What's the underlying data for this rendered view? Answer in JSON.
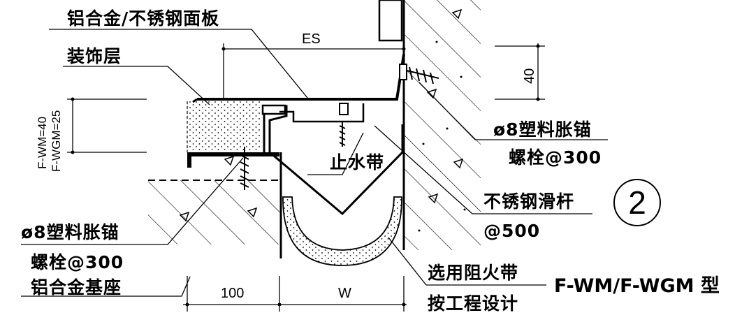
{
  "labels": {
    "panel": "铝合金/不锈钢面板",
    "finish_layer": "装饰层",
    "anchor_bolt_right_1": "ø8塑料胀锚",
    "anchor_bolt_right_2": "螺栓@300",
    "waterstop": "止水带",
    "slide_rod_1": "不锈钢滑杆",
    "slide_rod_2": "@500",
    "anchor_bolt_left_1": "ø8塑料胀锚",
    "anchor_bolt_left_2": "螺栓@300",
    "base": "铝合金基座",
    "firestop_1": "选用阻火带",
    "firestop_2": "按工程设计"
  },
  "dimensions": {
    "es": "ES",
    "height_40": "40",
    "base_width": "100",
    "gap_width": "W",
    "f_wm": "F-WM=40",
    "f_wgm": "F-WGM=25"
  },
  "detail_number": "2",
  "title": "F-WM/F-WGM 型"
}
